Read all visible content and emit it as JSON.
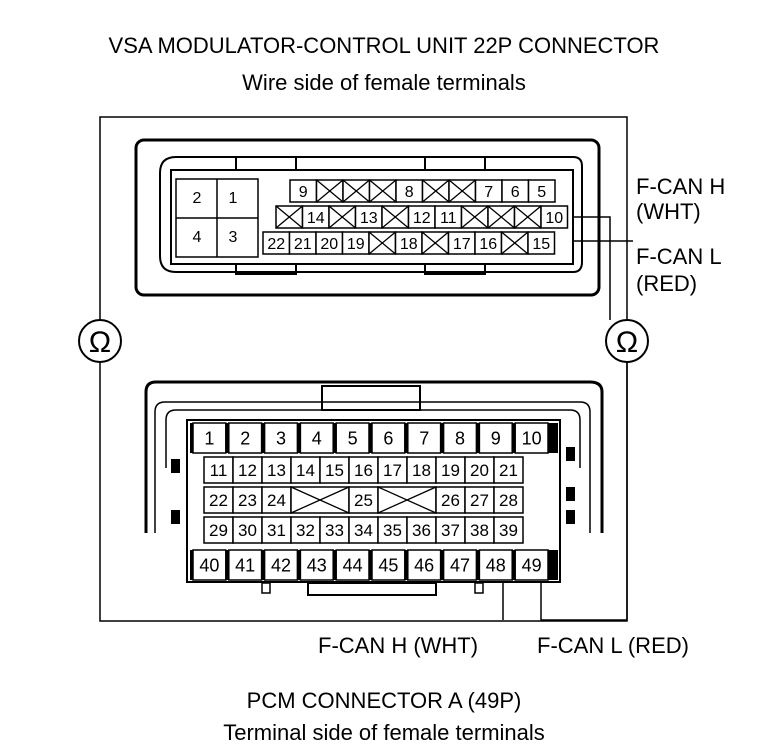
{
  "title": "VSA MODULATOR-CONTROL UNIT 22P CONNECTOR",
  "subtitle": "Wire side of female terminals",
  "bottom_title": "PCM CONNECTOR A (49P)",
  "bottom_subtitle": "Terminal side of female terminals",
  "labels": {
    "vsa_fcan_h_line1": "F-CAN H",
    "vsa_fcan_h_line2": "(WHT)",
    "vsa_fcan_l_line1": "F-CAN L",
    "vsa_fcan_l_line2": "(RED)",
    "pcm_fcan_h": "F-CAN H (WHT)",
    "pcm_fcan_l": "F-CAN L (RED)"
  },
  "ohm_symbol": "Ω",
  "vsa_connector": {
    "left_block": [
      "2",
      "1",
      "4",
      "3"
    ],
    "row1": [
      "9",
      "",
      "",
      "",
      "8",
      "",
      "",
      "7",
      "6",
      "5"
    ],
    "row2": [
      "",
      "14",
      "",
      "13",
      "",
      "12",
      "11",
      "",
      "",
      "",
      "10"
    ],
    "row3": [
      "22",
      "21",
      "20",
      "19",
      "",
      "18",
      "",
      "17",
      "16",
      "",
      "15"
    ]
  },
  "pcm_connector": {
    "row1": [
      "1",
      "2",
      "3",
      "4",
      "5",
      "6",
      "7",
      "8",
      "9",
      "10"
    ],
    "row2": [
      "11",
      "12",
      "13",
      "14",
      "15",
      "16",
      "17",
      "18",
      "19",
      "20",
      "21"
    ],
    "row3_left": [
      "22",
      "23",
      "24"
    ],
    "row3_mid": "25",
    "row3_right": [
      "26",
      "27",
      "28"
    ],
    "row4": [
      "29",
      "30",
      "31",
      "32",
      "33",
      "34",
      "35",
      "36",
      "37",
      "38",
      "39"
    ],
    "row5": [
      "40",
      "41",
      "42",
      "43",
      "44",
      "45",
      "46",
      "47",
      "48",
      "49"
    ]
  }
}
